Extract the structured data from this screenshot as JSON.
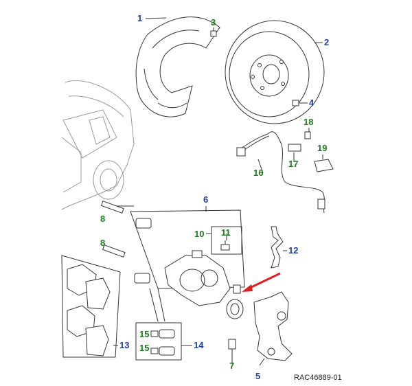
{
  "reference": "RAC46889-01",
  "colors": {
    "blue_label": "#1a3fa6",
    "green_label": "#1d7a1d",
    "arrow": "#e02020"
  },
  "labels": {
    "n1": "1",
    "n2": "2",
    "n3": "3",
    "n4": "4",
    "n5": "5",
    "n6": "6",
    "n7": "7",
    "n8a": "8",
    "n8b": "8",
    "n10": "10",
    "n11": "11",
    "n12": "12",
    "n13": "13",
    "n14": "14",
    "n15a": "15",
    "n15b": "15",
    "n16": "16",
    "n17": "17",
    "n18": "18",
    "n19": "19"
  }
}
